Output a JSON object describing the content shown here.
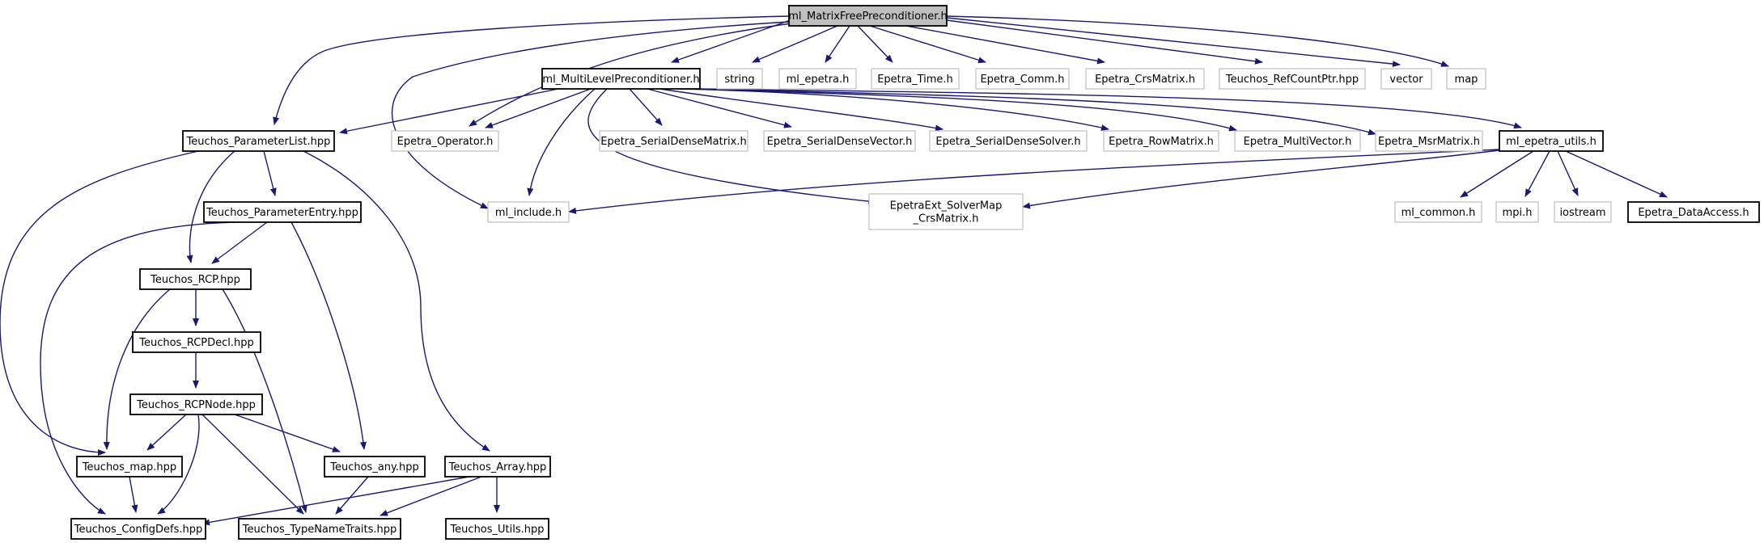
{
  "diagram": {
    "edge_color": "#191970",
    "nodes": [
      {
        "id": "root",
        "lines": [
          "ml_MatrixFreePreconditioner.h"
        ],
        "kind": "root"
      },
      {
        "id": "mlp",
        "lines": [
          "ml_MultiLevelPreconditioner.h"
        ],
        "kind": "internal"
      },
      {
        "id": "string",
        "lines": [
          "string"
        ],
        "kind": "external"
      },
      {
        "id": "mlep",
        "lines": [
          "ml_epetra.h"
        ],
        "kind": "external"
      },
      {
        "id": "etime",
        "lines": [
          "Epetra_Time.h"
        ],
        "kind": "external"
      },
      {
        "id": "ecomm",
        "lines": [
          "Epetra_Comm.h"
        ],
        "kind": "external"
      },
      {
        "id": "ecrs",
        "lines": [
          "Epetra_CrsMatrix.h"
        ],
        "kind": "external"
      },
      {
        "id": "trcp",
        "lines": [
          "Teuchos_RefCountPtr.hpp"
        ],
        "kind": "external"
      },
      {
        "id": "vector",
        "lines": [
          "vector"
        ],
        "kind": "external"
      },
      {
        "id": "map",
        "lines": [
          "map"
        ],
        "kind": "external"
      },
      {
        "id": "tpl",
        "lines": [
          "Teuchos_ParameterList.hpp"
        ],
        "kind": "internal"
      },
      {
        "id": "eop",
        "lines": [
          "Epetra_Operator.h"
        ],
        "kind": "external"
      },
      {
        "id": "esdm",
        "lines": [
          "Epetra_SerialDenseMatrix.h"
        ],
        "kind": "external"
      },
      {
        "id": "esdv",
        "lines": [
          "Epetra_SerialDenseVector.h"
        ],
        "kind": "external"
      },
      {
        "id": "esds",
        "lines": [
          "Epetra_SerialDenseSolver.h"
        ],
        "kind": "external"
      },
      {
        "id": "erow",
        "lines": [
          "Epetra_RowMatrix.h"
        ],
        "kind": "external"
      },
      {
        "id": "emv",
        "lines": [
          "Epetra_MultiVector.h"
        ],
        "kind": "external"
      },
      {
        "id": "emsr",
        "lines": [
          "Epetra_MsrMatrix.h"
        ],
        "kind": "external"
      },
      {
        "id": "mlutil",
        "lines": [
          "ml_epetra_utils.h"
        ],
        "kind": "internal"
      },
      {
        "id": "tpe",
        "lines": [
          "Teuchos_ParameterEntry.hpp"
        ],
        "kind": "internal"
      },
      {
        "id": "mlinc",
        "lines": [
          "ml_include.h"
        ],
        "kind": "external"
      },
      {
        "id": "esolver",
        "lines": [
          "EpetraExt_SolverMap",
          "_CrsMatrix.h"
        ],
        "kind": "external"
      },
      {
        "id": "mlcommon",
        "lines": [
          "ml_common.h"
        ],
        "kind": "external"
      },
      {
        "id": "mpi",
        "lines": [
          "mpi.h"
        ],
        "kind": "external"
      },
      {
        "id": "iostream",
        "lines": [
          "iostream"
        ],
        "kind": "external"
      },
      {
        "id": "eda",
        "lines": [
          "Epetra_DataAccess.h"
        ],
        "kind": "internal"
      },
      {
        "id": "trcphpp",
        "lines": [
          "Teuchos_RCP.hpp"
        ],
        "kind": "internal"
      },
      {
        "id": "trcpdecl",
        "lines": [
          "Teuchos_RCPDecl.hpp"
        ],
        "kind": "internal"
      },
      {
        "id": "trcpnode",
        "lines": [
          "Teuchos_RCPNode.hpp"
        ],
        "kind": "internal"
      },
      {
        "id": "tmap",
        "lines": [
          "Teuchos_map.hpp"
        ],
        "kind": "internal"
      },
      {
        "id": "tany",
        "lines": [
          "Teuchos_any.hpp"
        ],
        "kind": "internal"
      },
      {
        "id": "tarray",
        "lines": [
          "Teuchos_Array.hpp"
        ],
        "kind": "internal"
      },
      {
        "id": "tconf",
        "lines": [
          "Teuchos_ConfigDefs.hpp"
        ],
        "kind": "internal"
      },
      {
        "id": "ttnt",
        "lines": [
          "Teuchos_TypeNameTraits.hpp"
        ],
        "kind": "internal"
      },
      {
        "id": "tutils",
        "lines": [
          "Teuchos_Utils.hpp"
        ],
        "kind": "internal"
      }
    ],
    "edges": [
      {
        "from": "root",
        "to": "mlp"
      },
      {
        "from": "root",
        "to": "string"
      },
      {
        "from": "root",
        "to": "mlep"
      },
      {
        "from": "root",
        "to": "etime"
      },
      {
        "from": "root",
        "to": "ecomm"
      },
      {
        "from": "root",
        "to": "ecrs"
      },
      {
        "from": "root",
        "to": "trcp"
      },
      {
        "from": "root",
        "to": "vector"
      },
      {
        "from": "root",
        "to": "map"
      },
      {
        "from": "root",
        "to": "tpl"
      },
      {
        "from": "root",
        "to": "eop"
      },
      {
        "from": "root",
        "to": "mlinc"
      },
      {
        "from": "mlp",
        "to": "tpl"
      },
      {
        "from": "mlp",
        "to": "eop"
      },
      {
        "from": "mlp",
        "to": "esdm"
      },
      {
        "from": "mlp",
        "to": "esdv"
      },
      {
        "from": "mlp",
        "to": "esds"
      },
      {
        "from": "mlp",
        "to": "erow"
      },
      {
        "from": "mlp",
        "to": "emv"
      },
      {
        "from": "mlp",
        "to": "emsr"
      },
      {
        "from": "mlp",
        "to": "mlutil"
      },
      {
        "from": "mlp",
        "to": "mlinc"
      },
      {
        "from": "mlp",
        "to": "esolver"
      },
      {
        "from": "mlutil",
        "to": "mlinc"
      },
      {
        "from": "mlutil",
        "to": "esolver"
      },
      {
        "from": "mlutil",
        "to": "mlcommon"
      },
      {
        "from": "mlutil",
        "to": "mpi"
      },
      {
        "from": "mlutil",
        "to": "iostream"
      },
      {
        "from": "mlutil",
        "to": "eda"
      },
      {
        "from": "tpl",
        "to": "tpe"
      },
      {
        "from": "tpl",
        "to": "trcphpp"
      },
      {
        "from": "tpl",
        "to": "tmap"
      },
      {
        "from": "tpl",
        "to": "tarray"
      },
      {
        "from": "tpe",
        "to": "trcphpp"
      },
      {
        "from": "tpe",
        "to": "tconf"
      },
      {
        "from": "tpe",
        "to": "tany"
      },
      {
        "from": "trcphpp",
        "to": "trcpdecl"
      },
      {
        "from": "trcphpp",
        "to": "tmap"
      },
      {
        "from": "trcphpp",
        "to": "ttnt"
      },
      {
        "from": "trcpdecl",
        "to": "trcpnode"
      },
      {
        "from": "trcpnode",
        "to": "tmap"
      },
      {
        "from": "trcpnode",
        "to": "tconf"
      },
      {
        "from": "trcpnode",
        "to": "tany"
      },
      {
        "from": "trcpnode",
        "to": "ttnt"
      },
      {
        "from": "tmap",
        "to": "tconf"
      },
      {
        "from": "tany",
        "to": "ttnt"
      },
      {
        "from": "tarray",
        "to": "tconf"
      },
      {
        "from": "tarray",
        "to": "ttnt"
      },
      {
        "from": "tarray",
        "to": "tutils"
      }
    ]
  }
}
